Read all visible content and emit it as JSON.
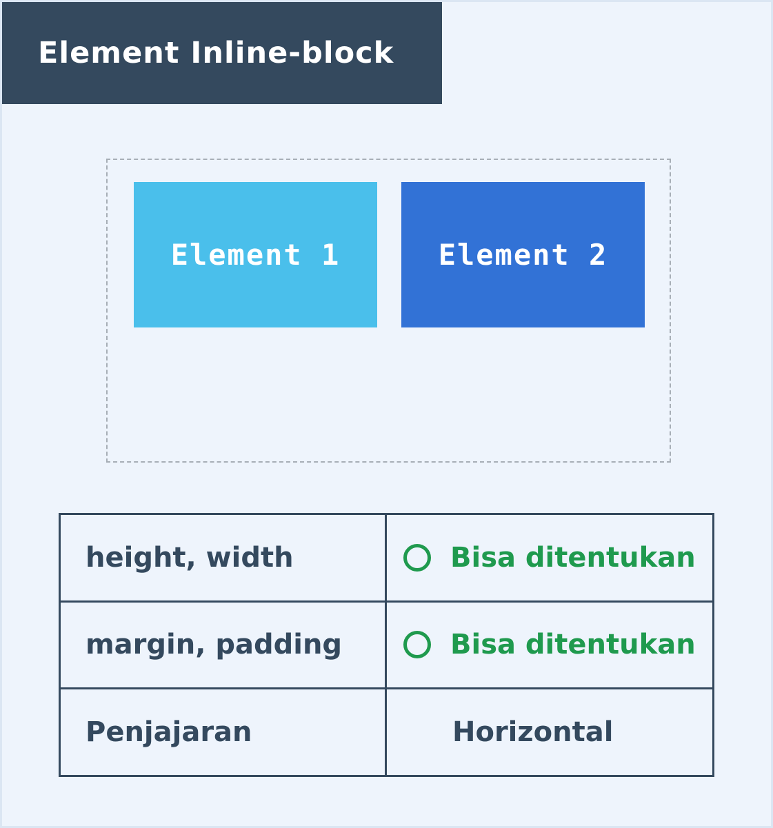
{
  "title": "Element Inline-block",
  "elements": [
    {
      "label": "Element 1",
      "color": "#4abfeb"
    },
    {
      "label": "Element 2",
      "color": "#3272d6"
    }
  ],
  "table": {
    "rows": [
      {
        "property": "height, width",
        "value": "Bisa ditentukan",
        "icon": "circle-icon",
        "status_color": "#1f9a4e"
      },
      {
        "property": "margin, padding",
        "value": "Bisa ditentukan",
        "icon": "circle-icon",
        "status_color": "#1f9a4e"
      },
      {
        "property": "Penjajaran",
        "value": "Horizontal"
      }
    ]
  },
  "colors": {
    "header_bg": "#34495e",
    "background": "#eef4fc",
    "text": "#34495e",
    "ok": "#1f9a4e"
  }
}
